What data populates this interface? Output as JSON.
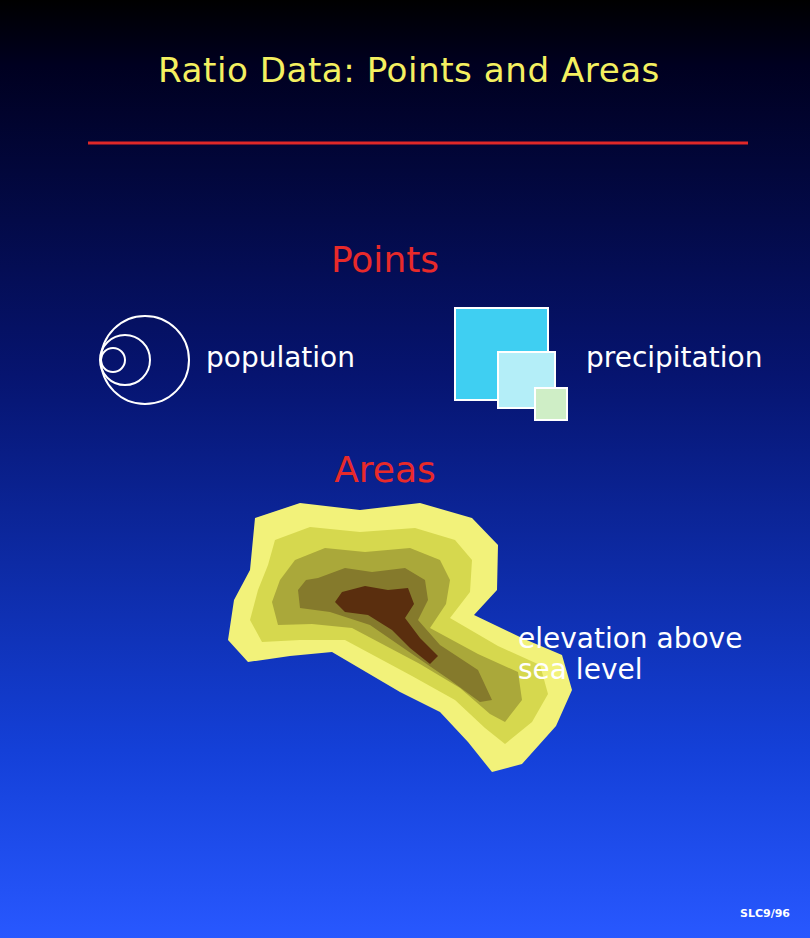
{
  "diagram": {
    "title": "Ratio Data: Points and Areas",
    "labels": [
      "Points",
      "population",
      "precipitation",
      "Areas",
      "elevation above sea level",
      "SLC9/96"
    ]
  }
}
